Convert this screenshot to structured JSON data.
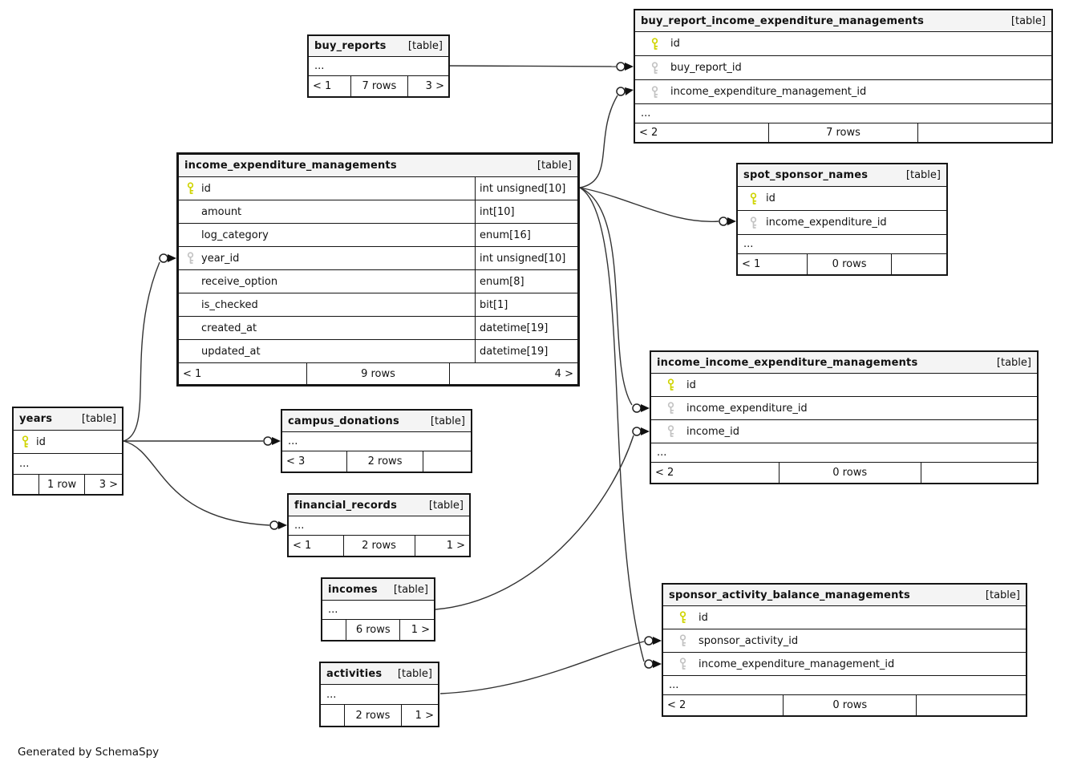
{
  "note": "Generated by SchemaSpy",
  "legend": {
    "primary_key_color": "#cfd400",
    "foreign_key_color": "#c3c3c3",
    "header_background": "#f4f4f4",
    "border_color": "#151515"
  },
  "tables": {
    "buy_reports": {
      "name": "buy_reports",
      "tag": "[table]",
      "ellipsis": "...",
      "footer": {
        "left": "< 1",
        "center": "7 rows",
        "right": "3 >"
      }
    },
    "buy_report_income_expenditure_managements": {
      "name": "buy_report_income_expenditure_managements",
      "tag": "[table]",
      "columns": [
        {
          "name": "id",
          "key": "primary"
        },
        {
          "name": "buy_report_id",
          "key": "foreign"
        },
        {
          "name": "income_expenditure_management_id",
          "key": "foreign"
        }
      ],
      "ellipsis": "...",
      "footer": {
        "left": "< 2",
        "center": "7 rows",
        "right": ""
      }
    },
    "income_expenditure_managements": {
      "name": "income_expenditure_managements",
      "tag": "[table]",
      "columns": [
        {
          "name": "id",
          "key": "primary",
          "type": "int unsigned[10]"
        },
        {
          "name": "amount",
          "key": "none",
          "type": "int[10]"
        },
        {
          "name": "log_category",
          "key": "none",
          "type": "enum[16]"
        },
        {
          "name": "year_id",
          "key": "foreign",
          "type": "int unsigned[10]"
        },
        {
          "name": "receive_option",
          "key": "none",
          "type": "enum[8]"
        },
        {
          "name": "is_checked",
          "key": "none",
          "type": "bit[1]"
        },
        {
          "name": "created_at",
          "key": "none",
          "type": "datetime[19]"
        },
        {
          "name": "updated_at",
          "key": "none",
          "type": "datetime[19]"
        }
      ],
      "footer": {
        "left": "< 1",
        "center": "9 rows",
        "right": "4 >"
      }
    },
    "spot_sponsor_names": {
      "name": "spot_sponsor_names",
      "tag": "[table]",
      "columns": [
        {
          "name": "id",
          "key": "primary"
        },
        {
          "name": "income_expenditure_id",
          "key": "foreign"
        }
      ],
      "ellipsis": "...",
      "footer": {
        "left": "< 1",
        "center": "0 rows",
        "right": ""
      }
    },
    "years": {
      "name": "years",
      "tag": "[table]",
      "columns": [
        {
          "name": "id",
          "key": "primary"
        }
      ],
      "ellipsis": "...",
      "footer": {
        "left": "",
        "center": "1 row",
        "right": "3 >"
      }
    },
    "campus_donations": {
      "name": "campus_donations",
      "tag": "[table]",
      "ellipsis": "...",
      "footer": {
        "left": "< 3",
        "center": "2 rows",
        "right": ""
      }
    },
    "financial_records": {
      "name": "financial_records",
      "tag": "[table]",
      "ellipsis": "...",
      "footer": {
        "left": "< 1",
        "center": "2 rows",
        "right": "1 >"
      }
    },
    "income_income_expenditure_managements": {
      "name": "income_income_expenditure_managements",
      "tag": "[table]",
      "columns": [
        {
          "name": "id",
          "key": "primary"
        },
        {
          "name": "income_expenditure_id",
          "key": "foreign"
        },
        {
          "name": "income_id",
          "key": "foreign"
        }
      ],
      "ellipsis": "...",
      "footer": {
        "left": "< 2",
        "center": "0 rows",
        "right": ""
      }
    },
    "incomes": {
      "name": "incomes",
      "tag": "[table]",
      "ellipsis": "...",
      "footer": {
        "left": "",
        "center": "6 rows",
        "right": "1 >"
      }
    },
    "activities": {
      "name": "activities",
      "tag": "[table]",
      "ellipsis": "...",
      "footer": {
        "left": "",
        "center": "2 rows",
        "right": "1 >"
      }
    },
    "sponsor_activity_balance_managements": {
      "name": "sponsor_activity_balance_managements",
      "tag": "[table]",
      "columns": [
        {
          "name": "id",
          "key": "primary"
        },
        {
          "name": "sponsor_activity_id",
          "key": "foreign"
        },
        {
          "name": "income_expenditure_management_id",
          "key": "foreign"
        }
      ],
      "ellipsis": "...",
      "footer": {
        "left": "< 2",
        "center": "0 rows",
        "right": ""
      }
    }
  },
  "relationships": [
    {
      "from": "buy_reports",
      "to": "buy_report_income_expenditure_managements.buy_report_id"
    },
    {
      "from": "income_expenditure_managements.id",
      "to": "buy_report_income_expenditure_managements.income_expenditure_management_id"
    },
    {
      "from": "income_expenditure_managements.id",
      "to": "spot_sponsor_names.income_expenditure_id"
    },
    {
      "from": "income_expenditure_managements.id",
      "to": "income_income_expenditure_managements.income_expenditure_id"
    },
    {
      "from": "income_expenditure_managements.id",
      "to": "sponsor_activity_balance_managements.income_expenditure_management_id"
    },
    {
      "from": "years.id",
      "to": "income_expenditure_managements.year_id"
    },
    {
      "from": "years.id",
      "to": "campus_donations"
    },
    {
      "from": "years.id",
      "to": "financial_records"
    },
    {
      "from": "incomes",
      "to": "income_income_expenditure_managements.income_id"
    },
    {
      "from": "activities",
      "to": "sponsor_activity_balance_managements.sponsor_activity_id"
    }
  ]
}
